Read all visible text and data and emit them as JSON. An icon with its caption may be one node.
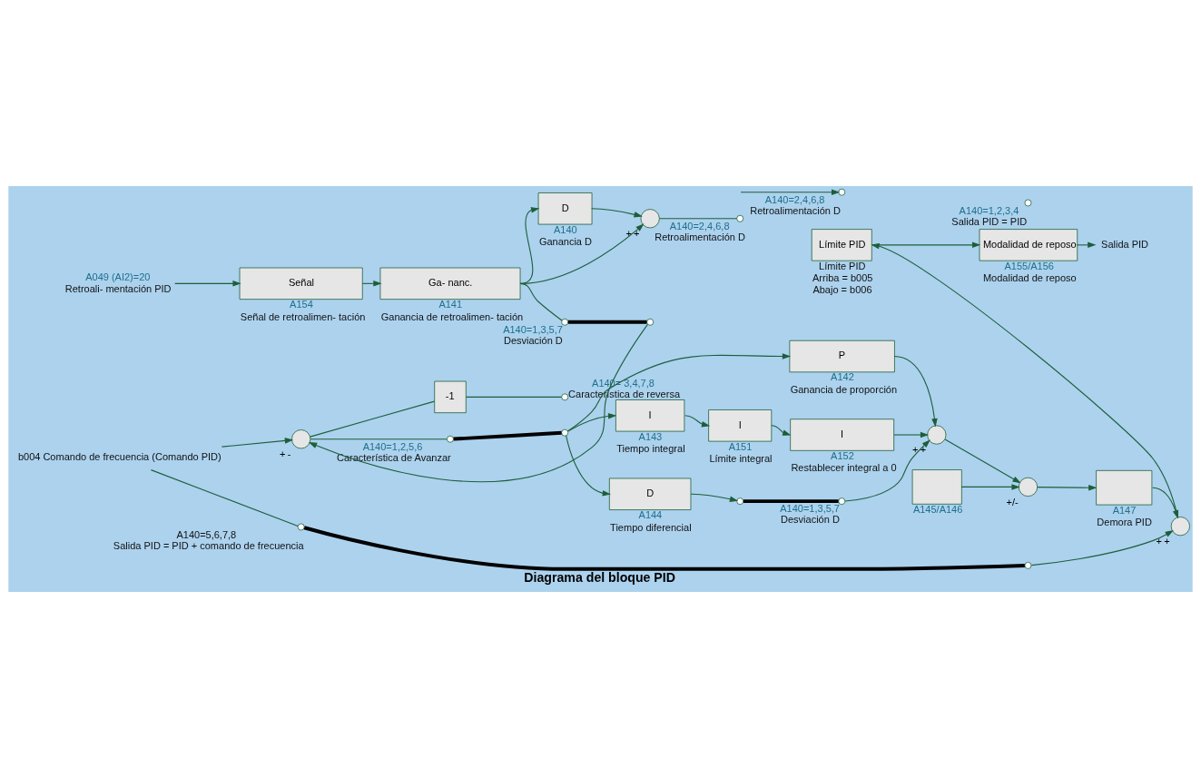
{
  "diagram": {
    "caption": "Diagrama del bloque PID",
    "nodes": [
      {
        "text": [
          "b004 Comando de frecuencia (Comando PID)"
        ]
      },
      {
        "text": [],
        "shape": "circle",
        "beside": [
          "+",
          "-"
        ]
      },
      {
        "text": [
          "-1"
        ]
      },
      {
        "text": [],
        "shape": "circle",
        "beside": [
          "A140=1,2,5,6",
          "Característica de Avanzar"
        ]
      },
      {
        "text": [],
        "shape": "circle",
        "beside": [
          "A140= 3,4,7,8",
          "Característica de reversa"
        ]
      },
      {
        "text": [],
        "shape": "circle"
      },
      {
        "text": [
          "P"
        ],
        "beside": [
          "A142",
          "Ganancia de proporción"
        ]
      },
      {
        "text": [
          "I"
        ],
        "beside": [
          "A143",
          "Tiempo integral"
        ]
      },
      {
        "text": [
          "I"
        ],
        "beside": [
          "A151",
          "Límite integral"
        ]
      },
      {
        "text": [
          "I"
        ],
        "beside": [
          "A152",
          "Restablecer integral a 0"
        ]
      },
      {
        "text": [
          "D"
        ],
        "beside": [
          "A144",
          "Tiempo diferencial"
        ]
      },
      {
        "text": [],
        "shape": "circle"
      },
      {
        "text": [],
        "shape": "circle",
        "beside": [
          "A140=1,3,5,7",
          "Desviación D"
        ]
      },
      {
        "text": [],
        "shape": "circle",
        "beside": [
          "A140=2,4,6,8",
          "Retroalimentación D"
        ]
      },
      {
        "text": [],
        "shape": "circle",
        "beside": [
          "+",
          "+"
        ]
      },
      {
        "text": [],
        "shape": "circle",
        "beside": [
          "+/-"
        ]
      },
      {
        "text": [],
        "shape": "box",
        "beside": [
          "A145/A146"
        ]
      },
      {
        "text": [],
        "shape": "box",
        "beside": [
          "A147",
          "Demora PID"
        ]
      },
      {
        "text": [],
        "shape": "circle",
        "beside": [
          "A140=5,6,7,8",
          "Salida PID = PID + comando de frecuencia"
        ]
      },
      {
        "text": [],
        "shape": "circle",
        "beside": [
          "A140=1,2,3,4",
          "Salida PID = PID"
        ]
      },
      {
        "text": [],
        "shape": "circle"
      },
      {
        "text": [],
        "shape": "circle",
        "beside": [
          "+",
          "+"
        ]
      },
      {
        "text": [
          "Límite PID"
        ],
        "beside": [
          "Límite PID",
          "Arriba = b005",
          "Abajo = b006"
        ]
      },
      {
        "text": [
          "Modalidad de reposo"
        ],
        "beside": [
          "A155/A156",
          "Modalidad de reposo"
        ]
      },
      {
        "text": [
          "Salida PID"
        ]
      },
      {
        "text": [
          "A049 (AI2)=20",
          "Retroali- mentación PID"
        ]
      },
      {
        "text": [
          "Señal"
        ],
        "beside": [
          "A154",
          "Señal de retroalimen- tación"
        ]
      },
      {
        "text": [
          "Ga- nanc."
        ],
        "beside": [
          "A141",
          "Ganancia de retroalimen- tación"
        ]
      },
      {
        "text": [
          "D"
        ],
        "beside": [
          "A140",
          "Ganancia D"
        ]
      },
      {
        "text": [],
        "shape": "circle",
        "beside": [
          "+",
          "+"
        ]
      },
      {
        "text": [],
        "shape": "circle",
        "beside": [
          "A140=1,3,5,7",
          "Desviación D"
        ]
      },
      {
        "text": [],
        "shape": "circle",
        "beside": [
          "A140=2,4,6,8",
          "Retroalimentación D"
        ]
      },
      {
        "text": [],
        "shape": "circle"
      }
    ],
    "edges": [
      {
        "from": 0,
        "to": 1,
        "arrow": "to"
      },
      {
        "from": 0,
        "to": 18,
        "arrow": "none"
      },
      {
        "from": 1,
        "to": 3,
        "arrow": "none"
      },
      {
        "from": 1,
        "to": 2,
        "arrow": "none"
      },
      {
        "from": 2,
        "to": 4,
        "arrow": "none"
      },
      {
        "from": 3,
        "to": 5,
        "arrow": "none",
        "style": "thick",
        "color": "#000000"
      },
      {
        "from": 5,
        "to": 6,
        "arrow": "to"
      },
      {
        "from": 5,
        "to": 7,
        "arrow": "to"
      },
      {
        "from": 5,
        "to": 10,
        "arrow": "to"
      },
      {
        "from": 7,
        "to": 8,
        "arrow": "to"
      },
      {
        "from": 8,
        "to": 9,
        "arrow": "to"
      },
      {
        "from": 6,
        "to": 14,
        "arrow": "to"
      },
      {
        "from": 9,
        "to": 14,
        "arrow": "to"
      },
      {
        "from": 10,
        "to": 11,
        "arrow": "to"
      },
      {
        "from": 11,
        "to": 12,
        "arrow": "none",
        "style": "thick",
        "color": "#000000"
      },
      {
        "from": 12,
        "to": 14,
        "arrow": "to"
      },
      {
        "from": null,
        "to": 13,
        "arrow": "to"
      },
      {
        "from": 14,
        "to": 15,
        "arrow": "to"
      },
      {
        "from": 16,
        "to": 15,
        "arrow": "to"
      },
      {
        "from": 15,
        "to": 17,
        "arrow": "to"
      },
      {
        "from": 17,
        "to": 21,
        "arrow": "to"
      },
      {
        "from": 18,
        "to": 20,
        "arrow": "none",
        "style": "thick",
        "color": "#000000"
      },
      {
        "from": 20,
        "to": 21,
        "arrow": "to"
      },
      {
        "from": 21,
        "to": 22,
        "arrow": "to"
      },
      {
        "from": 22,
        "to": 23,
        "arrow": "to"
      },
      {
        "from": 23,
        "to": 24,
        "arrow": "to"
      },
      {
        "from": 25,
        "to": 26,
        "arrow": "to"
      },
      {
        "from": 26,
        "to": 27,
        "arrow": "to"
      },
      {
        "from": 27,
        "to": 30,
        "arrow": "none"
      },
      {
        "from": 27,
        "to": 28,
        "arrow": "to"
      },
      {
        "from": 27,
        "to": 29,
        "arrow": "to"
      },
      {
        "from": 28,
        "to": 29,
        "arrow": "to"
      },
      {
        "from": 29,
        "to": 31,
        "arrow": "none"
      },
      {
        "from": 30,
        "to": 32,
        "arrow": "none",
        "style": "thick",
        "color": "#000000"
      },
      {
        "from": 32,
        "to": 1,
        "arrow": "to"
      }
    ]
  }
}
